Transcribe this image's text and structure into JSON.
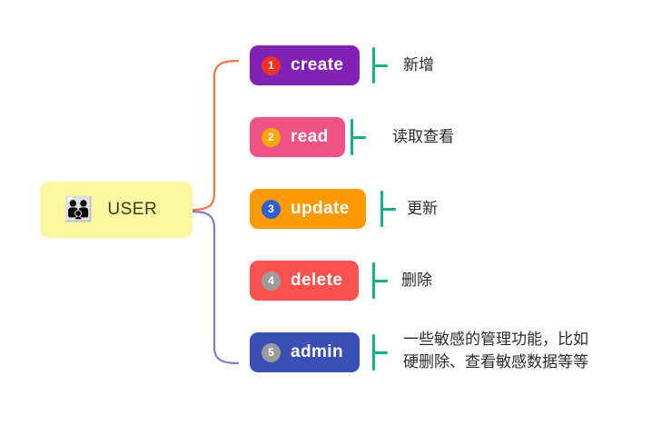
{
  "diagram": {
    "type": "mindmap",
    "title": "USER CRUD permissions mindmap",
    "root": {
      "label": "USER",
      "icon": "family-people-emoji",
      "icon_glyph": "👪",
      "background": "#faf8a0",
      "text_color": "#3f3a16"
    },
    "connectors": [
      {
        "name": "curve-to-create",
        "color": "#f4734a",
        "from": "root",
        "to": "create"
      },
      {
        "name": "curve-to-admin",
        "color": "#7b7fc4",
        "from": "root",
        "to": "admin"
      }
    ],
    "tick_color": "#13b18a",
    "branches": [
      {
        "number": "1",
        "label": "create",
        "pill_color": "#8222b4",
        "badge_color": "#ef3124",
        "description": "新增"
      },
      {
        "number": "2",
        "label": "read",
        "pill_color": "#ef5285",
        "badge_color": "#f9a908",
        "description": "读取查看"
      },
      {
        "number": "3",
        "label": "update",
        "pill_color": "#fb9a05",
        "badge_color": "#2e5fd0",
        "description": "更新"
      },
      {
        "number": "4",
        "label": "delete",
        "pill_color": "#fa5250",
        "badge_color": "#9b9b9b",
        "description": "删除"
      },
      {
        "number": "5",
        "label": "admin",
        "pill_color": "#3a4fb5",
        "badge_color": "#9b9b9b",
        "description": "一些敏感的管理功能，比如\n硬删除、查看敏感数据等等"
      }
    ]
  }
}
